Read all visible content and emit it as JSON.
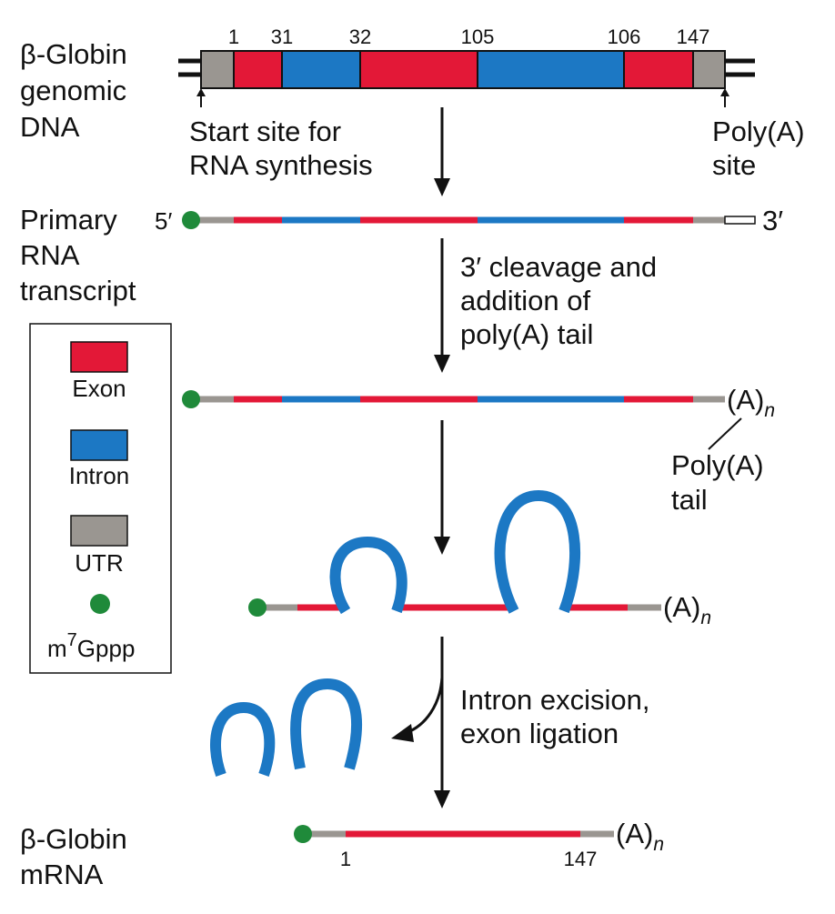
{
  "colors": {
    "exon": "#e31837",
    "intron": "#1c78c4",
    "utr": "#9a9691",
    "cap": "#1f8a3a",
    "line": "#111111"
  },
  "labels": {
    "genomic": [
      "β-Globin",
      "genomic",
      "DNA"
    ],
    "primary": [
      "Primary",
      "RNA",
      "transcript"
    ],
    "mrna": [
      "β-Globin",
      "mRNA"
    ],
    "start_site": [
      "Start site for",
      "RNA synthesis"
    ],
    "polya_site": [
      "Poly(A)",
      "site"
    ],
    "polya_tail": [
      "Poly(A)",
      "tail"
    ],
    "five_prime": "5′",
    "three_prime": "3′",
    "a_n": "(A)",
    "n": "n"
  },
  "positions": {
    "exon1_start": "1",
    "exon1_end": "31",
    "exon2_start": "32",
    "exon2_end": "105",
    "exon3_start": "106",
    "exon3_end": "147"
  },
  "steps": {
    "cleavage": [
      "3′ cleavage and",
      "addition of",
      "poly(A) tail"
    ],
    "splicing": [
      "Intron excision,",
      "exon ligation"
    ]
  },
  "legend": {
    "exon": "Exon",
    "intron": "Intron",
    "utr": "UTR",
    "cap_base": "m",
    "cap_sup": "7",
    "cap_rest": "Gppp"
  },
  "mrna_positions": {
    "start": "1",
    "end": "147"
  }
}
